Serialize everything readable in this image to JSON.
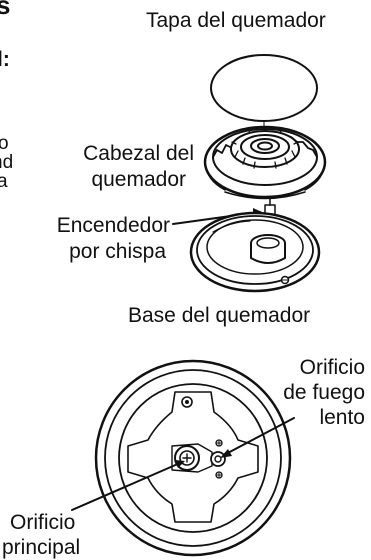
{
  "left_edge_fragments": {
    "heading_char": "s",
    "subheading_char": "l:",
    "line1": "o",
    "line2": "nd",
    "line3": "a"
  },
  "labels": {
    "burner_cap": "Tapa del quemador",
    "burner_head_line1": "Cabezal del",
    "burner_head_line2": "quemador",
    "spark_igniter_line1": "Encendedor",
    "spark_igniter_line2": "por chispa",
    "burner_base": "Base del quemador",
    "low_flame_port_line1": "Orificio",
    "low_flame_port_line2": "de fuego",
    "low_flame_port_line3": "lento",
    "main_port_line1": "Orificio",
    "main_port_line2": "principal"
  },
  "colors": {
    "ink": "#111111",
    "background": "#ffffff"
  }
}
